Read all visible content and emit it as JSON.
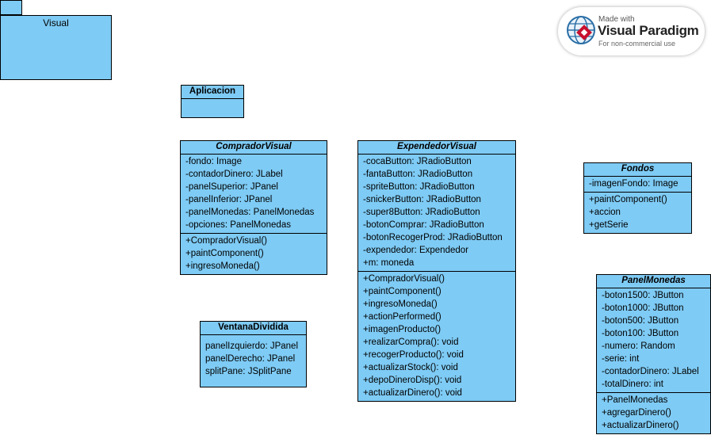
{
  "package": {
    "name": "Visual"
  },
  "watermark": {
    "made_with": "Made with",
    "brand": "Visual Paradigm",
    "note": "For non-commercial use"
  },
  "classes": {
    "aplicacion": {
      "name": "Aplicacion",
      "attributes": [],
      "operations": []
    },
    "comprador_visual": {
      "name": "CompradorVisual",
      "attributes": [
        "-fondo: Image",
        "-contadorDinero: JLabel",
        "-panelSuperior: JPanel",
        "-panelInferior: JPanel",
        "-panelMonedas: PanelMonedas",
        "-opciones: PanelMonedas"
      ],
      "operations": [
        "+CompradorVisual()",
        "+paintComponent()",
        "+ingresoMoneda()"
      ]
    },
    "expendedor_visual": {
      "name": "ExpendedorVisual",
      "attributes": [
        "-cocaButton: JRadioButton",
        "-fantaButton: JRadioButton",
        "-spriteButton: JRadioButton",
        "-snickerButton: JRadioButton",
        "-super8Button: JRadioButton",
        "-botonComprar: JRadioButton",
        "-botonRecogerProd: JRadioButton",
        "-expendedor: Expendedor",
        "+m: moneda"
      ],
      "operations": [
        "+CompradorVisual()",
        "+paintComponent()",
        "+ingresoMoneda()",
        "+actionPerformed()",
        "+imagenProducto()",
        "+realizarCompra(): void",
        "+recogerProducto(): void",
        "+actualizarStock(): void",
        "+depoDineroDisp(): void",
        "+actualizarDinero(): void"
      ]
    },
    "fondos": {
      "name": "Fondos",
      "attributes": [
        "-imagenFondo: Image"
      ],
      "operations": [
        "+paintComponent()",
        "+accion",
        "+getSerie"
      ]
    },
    "ventana_dividida": {
      "name": "VentanaDividida",
      "attributes": [
        "panelIzquierdo: JPanel",
        "panelDerecho: JPanel",
        "splitPane: JSplitPane"
      ],
      "operations": []
    },
    "panel_monedas": {
      "name": "PanelMonedas",
      "attributes": [
        "-boton1500: JButton",
        "-boton1000: JButton",
        "-boton500: JButton",
        "-boton100: JButton",
        "-numero: Random",
        "-serie: int",
        "-contadorDinero: JLabel",
        "-totalDinero: int"
      ],
      "operations": [
        "+PanelMonedas",
        "+agregarDinero()",
        "+actualizarDinero()"
      ]
    }
  }
}
